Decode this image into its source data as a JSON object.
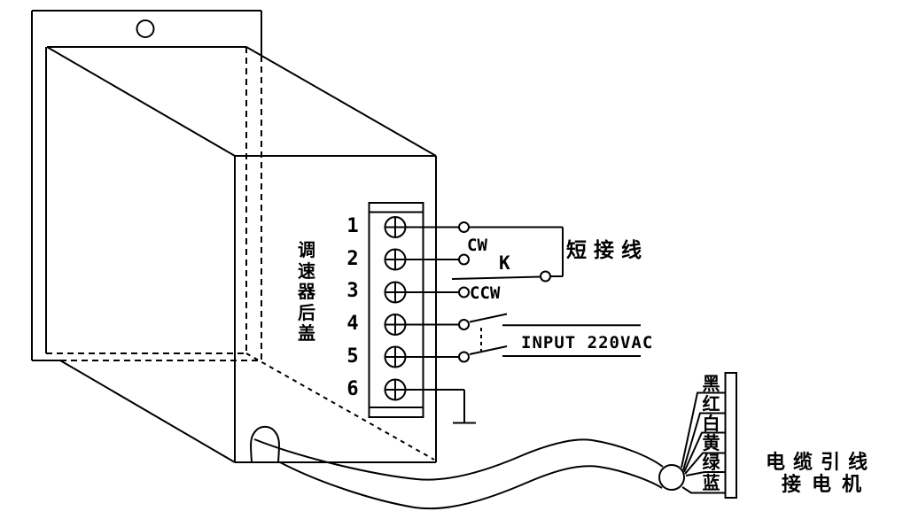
{
  "labels": {
    "back_cover": "调速器后盖",
    "short_jumper": "短接线",
    "input_power": "INPUT 220VAC",
    "cw": "CW",
    "ccw": "CCW",
    "switch_k": "K",
    "cable_note_line1": "电缆引线",
    "cable_note_line2": "接电机"
  },
  "terminals": {
    "numbers": [
      "1",
      "2",
      "3",
      "4",
      "5",
      "6"
    ]
  },
  "cable": {
    "wire_colors": [
      "黑",
      "红",
      "白",
      "黄",
      "绿",
      "蓝"
    ]
  },
  "colors": {
    "line": "#000000",
    "background": "#ffffff"
  }
}
